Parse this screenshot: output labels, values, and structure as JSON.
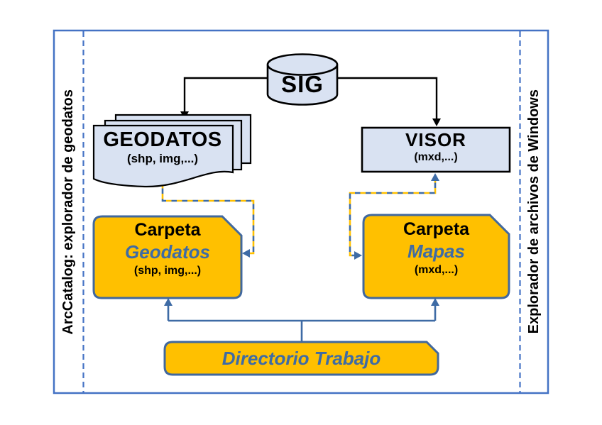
{
  "frame": {
    "left_label": "ArcCatalog: explorador de geodatos",
    "right_label": "Explorador de archivos de Windows"
  },
  "nodes": {
    "sig": {
      "label": "SIG"
    },
    "geodatos": {
      "title": "GEODATOS",
      "subtitle": "(shp, img,...)"
    },
    "visor": {
      "title": "VISOR",
      "subtitle": "(mxd,...)"
    },
    "carpeta_geodatos": {
      "line1": "Carpeta",
      "line2": "Geodatos",
      "line3": "(shp, img,...)"
    },
    "carpeta_mapas": {
      "line1": "Carpeta",
      "line2": "Mapas",
      "line3": "(mxd,...)"
    },
    "directorio": {
      "label": "Directorio Trabajo"
    }
  },
  "colors": {
    "gold_fill": "#FFC000",
    "light_blue_fill": "#D9E2F2",
    "steel_blue": "#3E6BA5",
    "folder_stroke": "#41689E",
    "frame_blue": "#4472C4",
    "black": "#000000"
  }
}
